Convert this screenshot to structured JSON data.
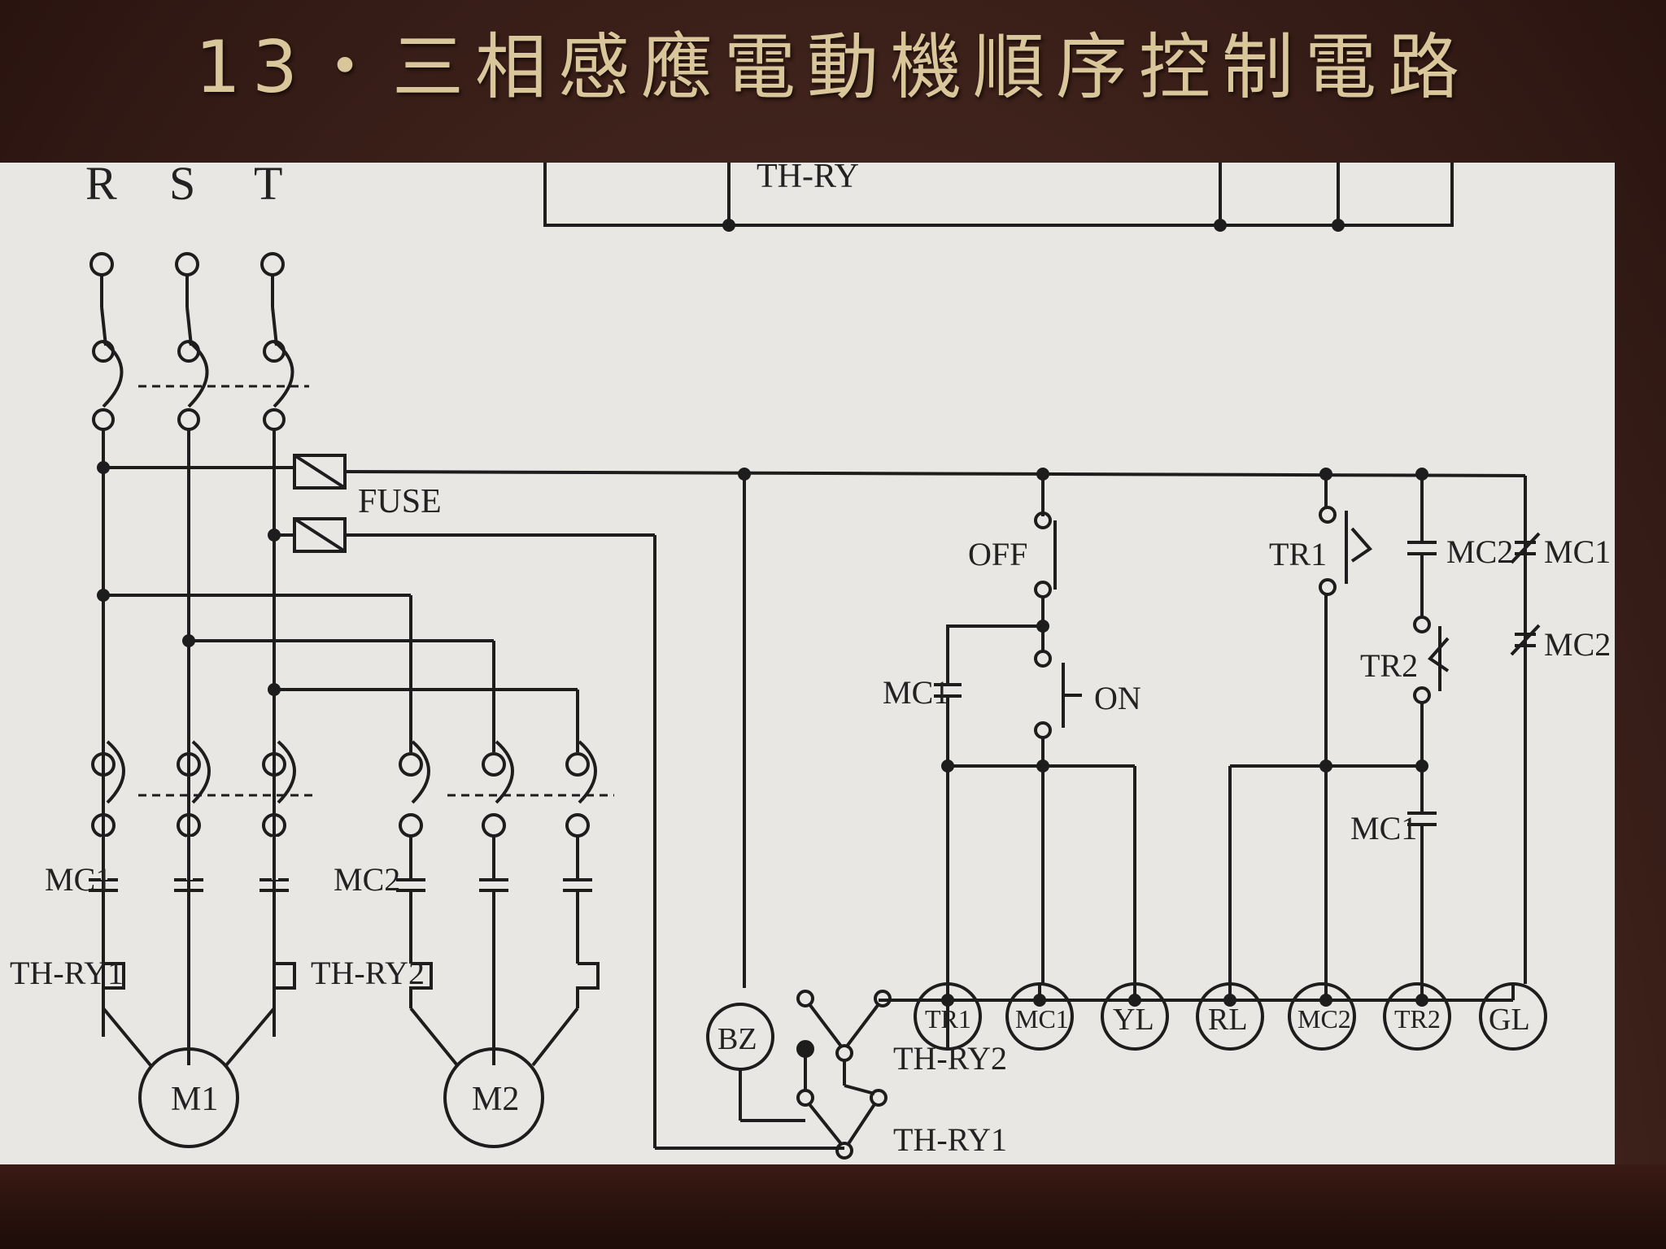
{
  "slide": {
    "title": "13・三相感應電動機順序控制電路"
  },
  "diagram": {
    "phases": [
      "R",
      "S",
      "T"
    ],
    "fuse_label": "FUSE",
    "top_relay_label": "TH-RY",
    "motor1": {
      "contactor": "MC1",
      "thermal_relay": "TH-RY1",
      "motor": "M1"
    },
    "motor2": {
      "contactor": "MC2",
      "thermal_relay": "TH-RY2",
      "motor": "M2"
    },
    "control": {
      "off_button": "OFF",
      "on_button": "ON",
      "mc1_contact": "MC1",
      "tr1_contact": "TR1",
      "mc2_contact": "MC2",
      "tr2_contact": "TR2",
      "mc1_nc_contact": "MC1",
      "mc2_nc_contact": "MC2",
      "mc1_contact_b": "MC1"
    },
    "loads": [
      "BZ",
      "TR1",
      "MC1",
      "YL",
      "RL",
      "MC2",
      "TR2",
      "GL"
    ],
    "alarm_contacts": [
      "TH-RY2",
      "TH-RY1"
    ]
  }
}
